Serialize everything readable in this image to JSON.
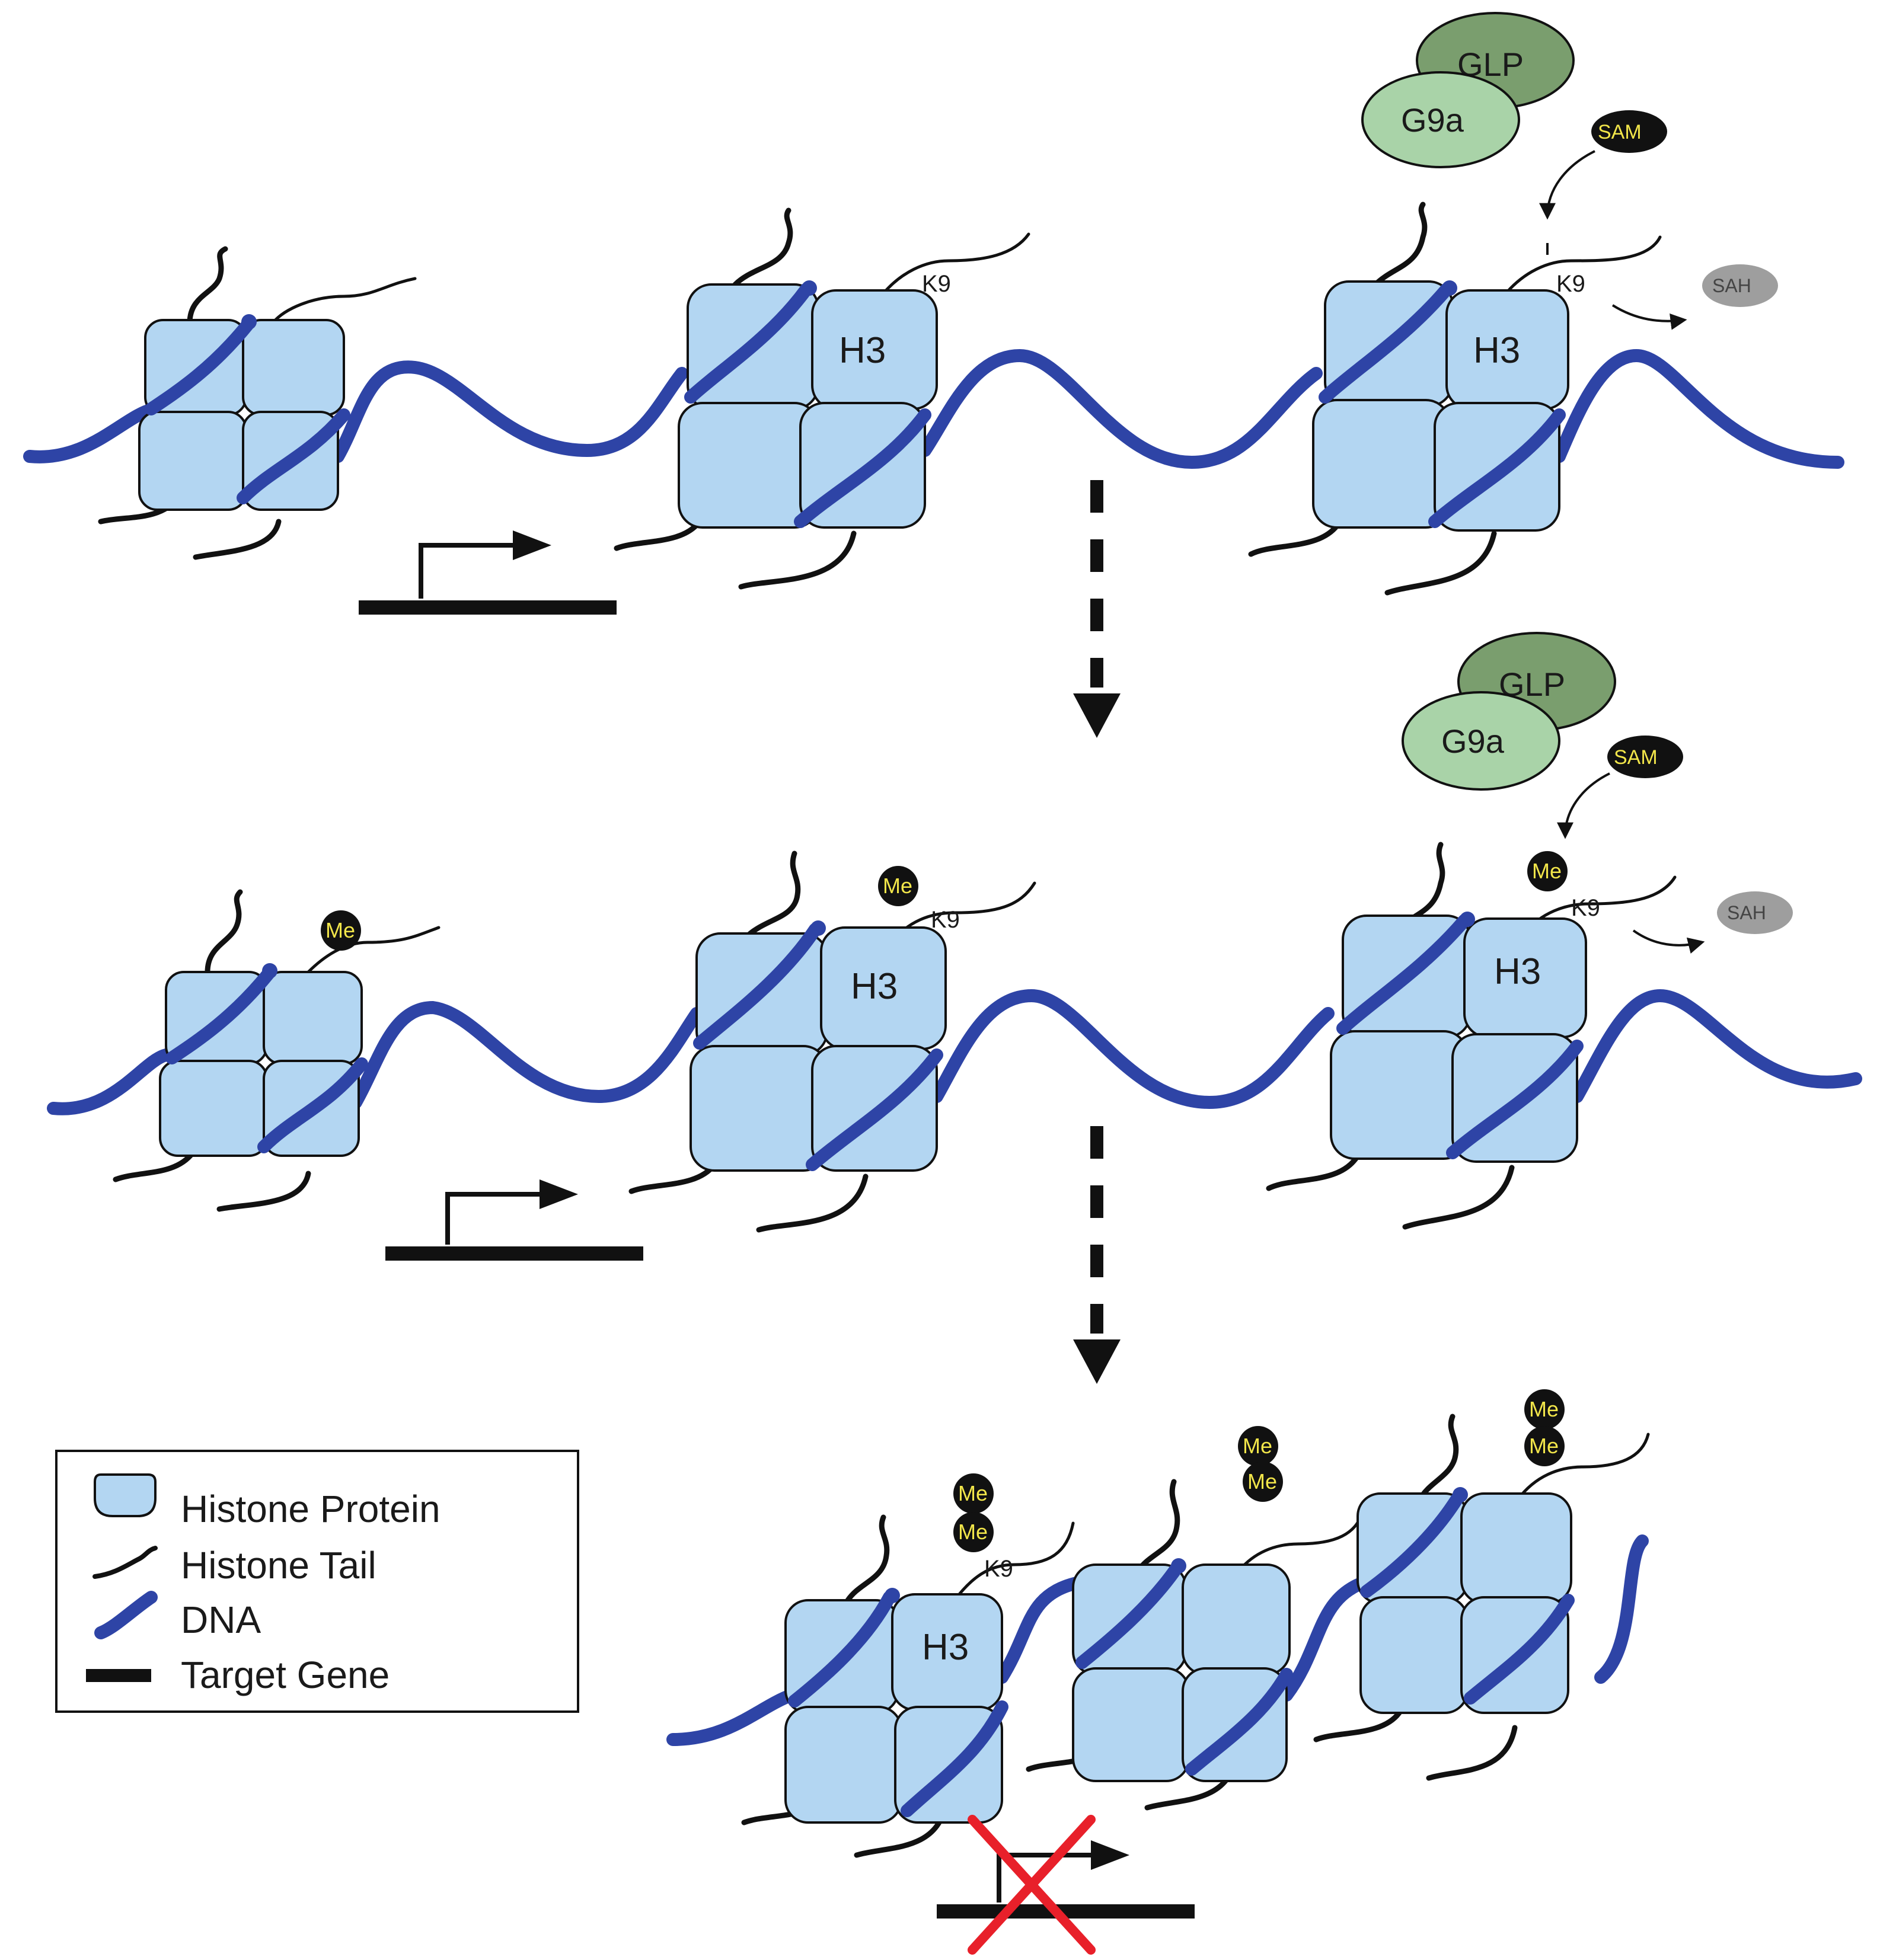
{
  "labels": {
    "h3": "H3",
    "k9": "K9",
    "me": "Me",
    "sam": "SAM",
    "sah": "SAH",
    "glp": "GLP",
    "g9a": "G9a"
  },
  "legend": {
    "items": [
      {
        "label": "Histone Protein",
        "icon": "histone-protein-icon"
      },
      {
        "label": "Histone Tail",
        "icon": "histone-tail-icon"
      },
      {
        "label": "DNA",
        "icon": "dna-icon"
      },
      {
        "label": "Target Gene",
        "icon": "target-gene-icon"
      }
    ]
  },
  "colors": {
    "histone_fill": "#b3d6f2",
    "dna": "#2e44a6",
    "glp": "#7a9e6e",
    "g9a": "#a9d3a8",
    "me_text": "#f2e64a",
    "sah": "#9e9e9e",
    "inhibition_x": "#e8202a",
    "ink": "#111111"
  }
}
